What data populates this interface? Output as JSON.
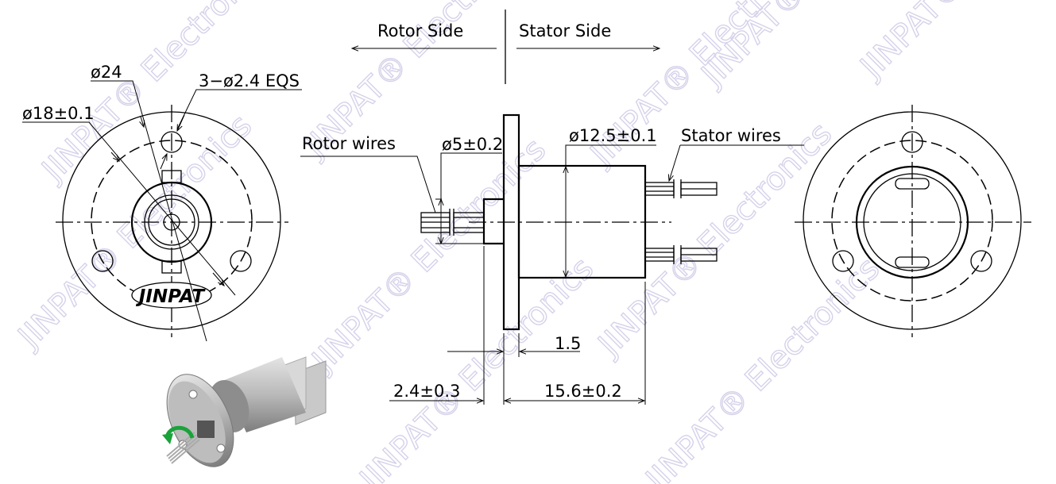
{
  "watermark": "JINPAT® Electronics",
  "logo_text": "JINPAT",
  "headings": {
    "rotor_side": "Rotor Side",
    "stator_side": "Stator Side"
  },
  "labels": {
    "rotor_wires": "Rotor wires",
    "stator_wires": "Stator wires"
  },
  "dimensions": {
    "outer_diameter": "ø24",
    "holes": "3−ø2.4 EQS",
    "bolt_circle": "ø18±0.1",
    "shaft_diameter": "ø5±0.2",
    "body_diameter": "ø12.5±0.1",
    "flange_thickness": "1.5",
    "shaft_length": "2.4±0.3",
    "body_length": "15.6±0.2"
  },
  "colors": {
    "watermark": "#d6d2ea",
    "arrow_green": "#1aa33a"
  }
}
